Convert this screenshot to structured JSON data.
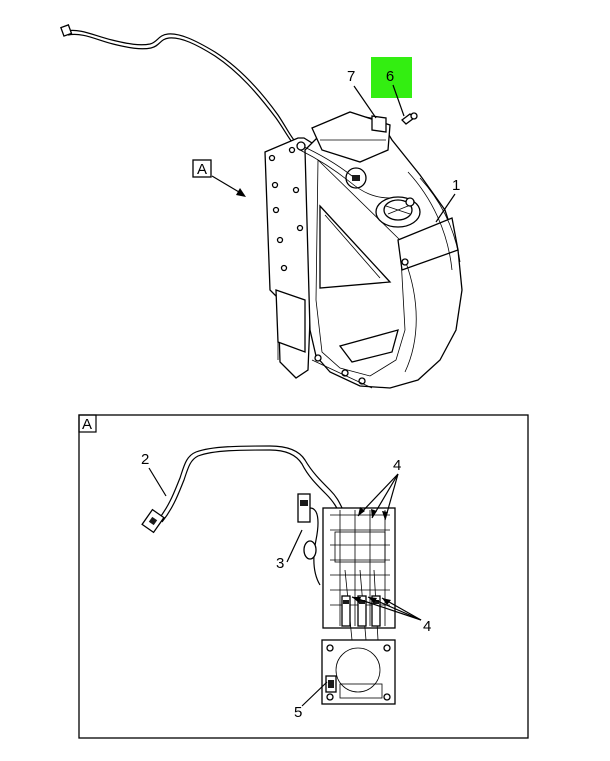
{
  "callouts": {
    "c1": "1",
    "c2": "2",
    "c3": "3",
    "c4a": "4",
    "c4b": "4",
    "c5": "5",
    "c6": "6",
    "c7": "7"
  },
  "view_labels": {
    "main_view": "A",
    "detail_view": "A"
  },
  "highlight": {
    "callout": "6",
    "color": "#33ee11"
  },
  "colors": {
    "stroke": "#000000",
    "background": "#ffffff"
  }
}
